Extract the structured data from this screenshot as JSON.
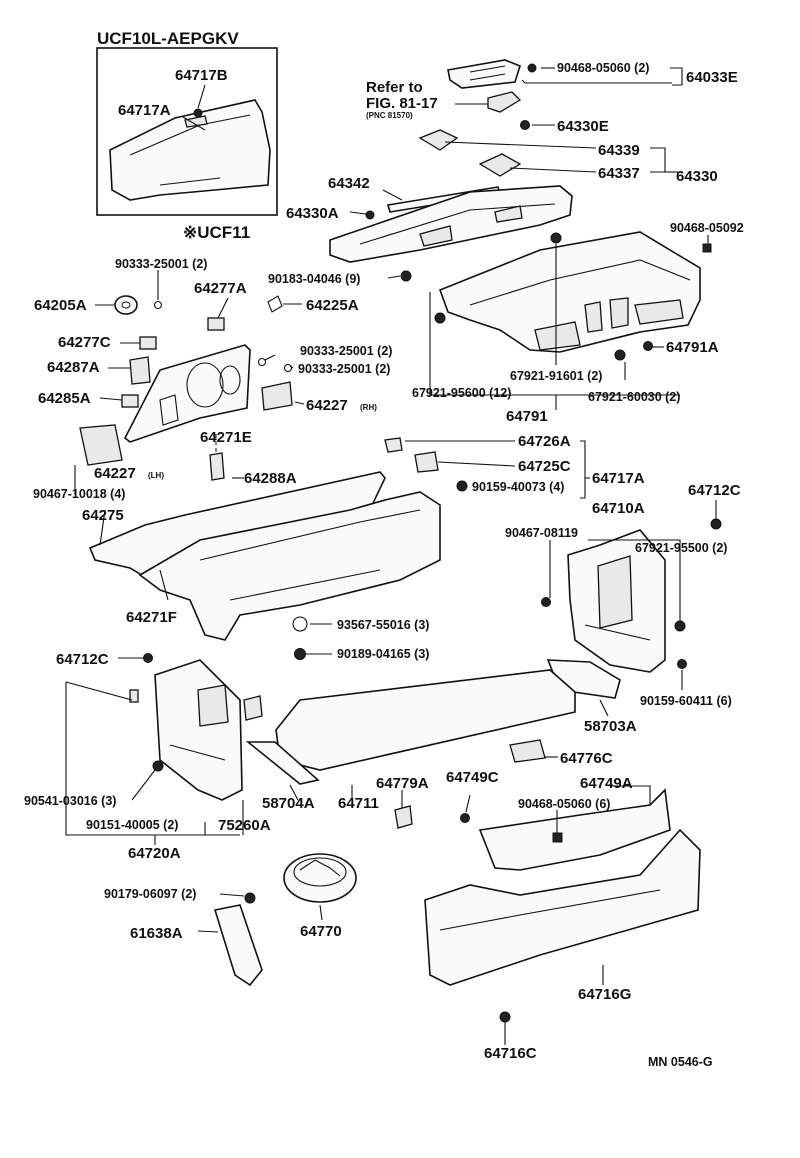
{
  "inset": {
    "header": "UCF10L-AEPGKV",
    "part_a": "64717B",
    "part_b": "64717A"
  },
  "note_ucf11": "※UCF11",
  "refer": {
    "line1": "Refer to",
    "line2": "FIG. 81-17",
    "pnc": "(PNC 81570)"
  },
  "labels": {
    "l_90468_05060_top": "90468-05060 (2)",
    "l_64033E": "64033E",
    "l_64330E": "64330E",
    "l_64339": "64339",
    "l_64337": "64337",
    "l_64330": "64330",
    "l_64342": "64342",
    "l_64330A": "64330A",
    "l_90468_05092": "90468-05092",
    "l_90333_25001_a": "90333-25001 (2)",
    "l_90183_04046": "90183-04046 (9)",
    "l_64205A": "64205A",
    "l_64277A": "64277A",
    "l_64225A": "64225A",
    "l_64277C": "64277C",
    "l_90333_25001_b": "90333-25001 (2)",
    "l_90333_25001_c": "90333-25001 (2)",
    "l_64287A": "64287A",
    "l_64285A": "64285A",
    "l_64227_rh": "64227",
    "l_rh": "(RH)",
    "l_64271E": "64271E",
    "l_64791A": "64791A",
    "l_67921_91601": "67921-91601 (2)",
    "l_67921_95600": "67921-95600 (12)",
    "l_67921_60030": "67921-60030 (2)",
    "l_64791": "64791",
    "l_64726A": "64726A",
    "l_64725C": "64725C",
    "l_64717A_main": "64717A",
    "l_90159_40073": "90159-40073 (4)",
    "l_64227_lh": "64227",
    "l_lh": "(LH)",
    "l_64288A": "64288A",
    "l_90467_10018": "90467-10018 (4)",
    "l_64275": "64275",
    "l_64712C_top": "64712C",
    "l_64710A": "64710A",
    "l_90467_08119": "90467-08119",
    "l_67921_95500": "67921-95500 (2)",
    "l_64271F": "64271F",
    "l_93567_55016": "93567-55016 (3)",
    "l_90189_04165": "90189-04165 (3)",
    "l_64712C_left": "64712C",
    "l_90159_60411": "90159-60411 (6)",
    "l_58703A": "58703A",
    "l_64776C": "64776C",
    "l_64779A": "64779A",
    "l_64749C": "64749C",
    "l_64749A": "64749A",
    "l_90541_03016": "90541-03016 (3)",
    "l_58704A": "58704A",
    "l_64711": "64711",
    "l_90151_40005": "90151-40005 (2)",
    "l_75260A": "75260A",
    "l_90468_05060_bot": "90468-05060 (6)",
    "l_64720A": "64720A",
    "l_90179_06097": "90179-06097 (2)",
    "l_61638A": "61638A",
    "l_64770": "64770",
    "l_64716G": "64716G",
    "l_64716C": "64716C",
    "l_fig_code": "MN 0546-G"
  }
}
